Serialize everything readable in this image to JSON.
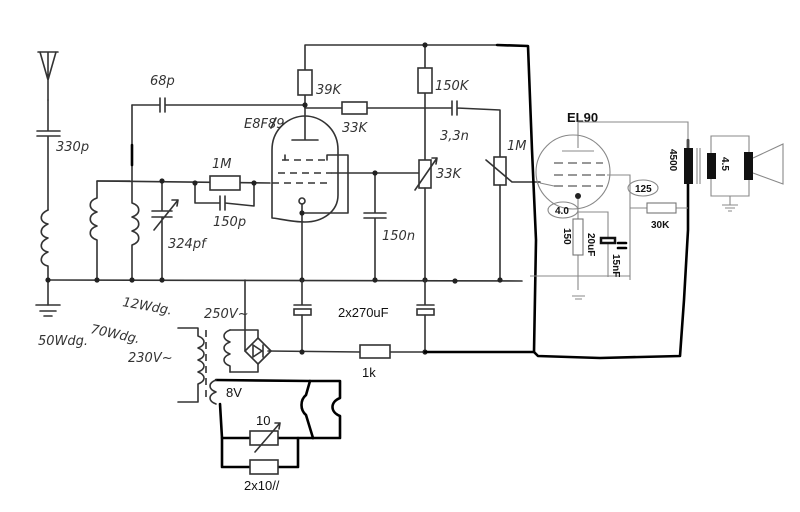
{
  "title": "Single-tube regenerative receiver with EL90 output stage (hand-drawn schematic)",
  "tubes": {
    "detector": "E8F89",
    "output": "EL90"
  },
  "antenna_section": {
    "antenna_cap": "330p",
    "coupling_cap": "68p",
    "tuning_cap": "324pf",
    "coil_antenna": "50Wdg.",
    "coil_tank": "70Wdg.",
    "coil_feedback": "12Wdg."
  },
  "detector_stage": {
    "plate_resistor": "39K",
    "series_resistor": "33K",
    "grid_leak": "1M",
    "grid_cap": "150p",
    "screen_bypass_cap": "150n",
    "supply_resistor": "150K",
    "coupling_cap": "3,3n",
    "regen_pot": "33K",
    "volume_pot": "1M"
  },
  "output_stage": {
    "cathode_voltage": "4.0",
    "screen_voltage": "125",
    "cathode_resistor": "150",
    "cathode_cap": "20uF",
    "feedback_cap": "15nF",
    "feedback_resistor": "30K",
    "transformer_primary": "4500",
    "transformer_secondary": "4.5"
  },
  "power_supply": {
    "hv_winding": "250V~",
    "mains": "230V~",
    "filter_caps": "2x270uF",
    "filter_resistor": "1k",
    "heater_winding": "8V",
    "heater_pot": "10",
    "heater_resistors": "2x10//"
  }
}
